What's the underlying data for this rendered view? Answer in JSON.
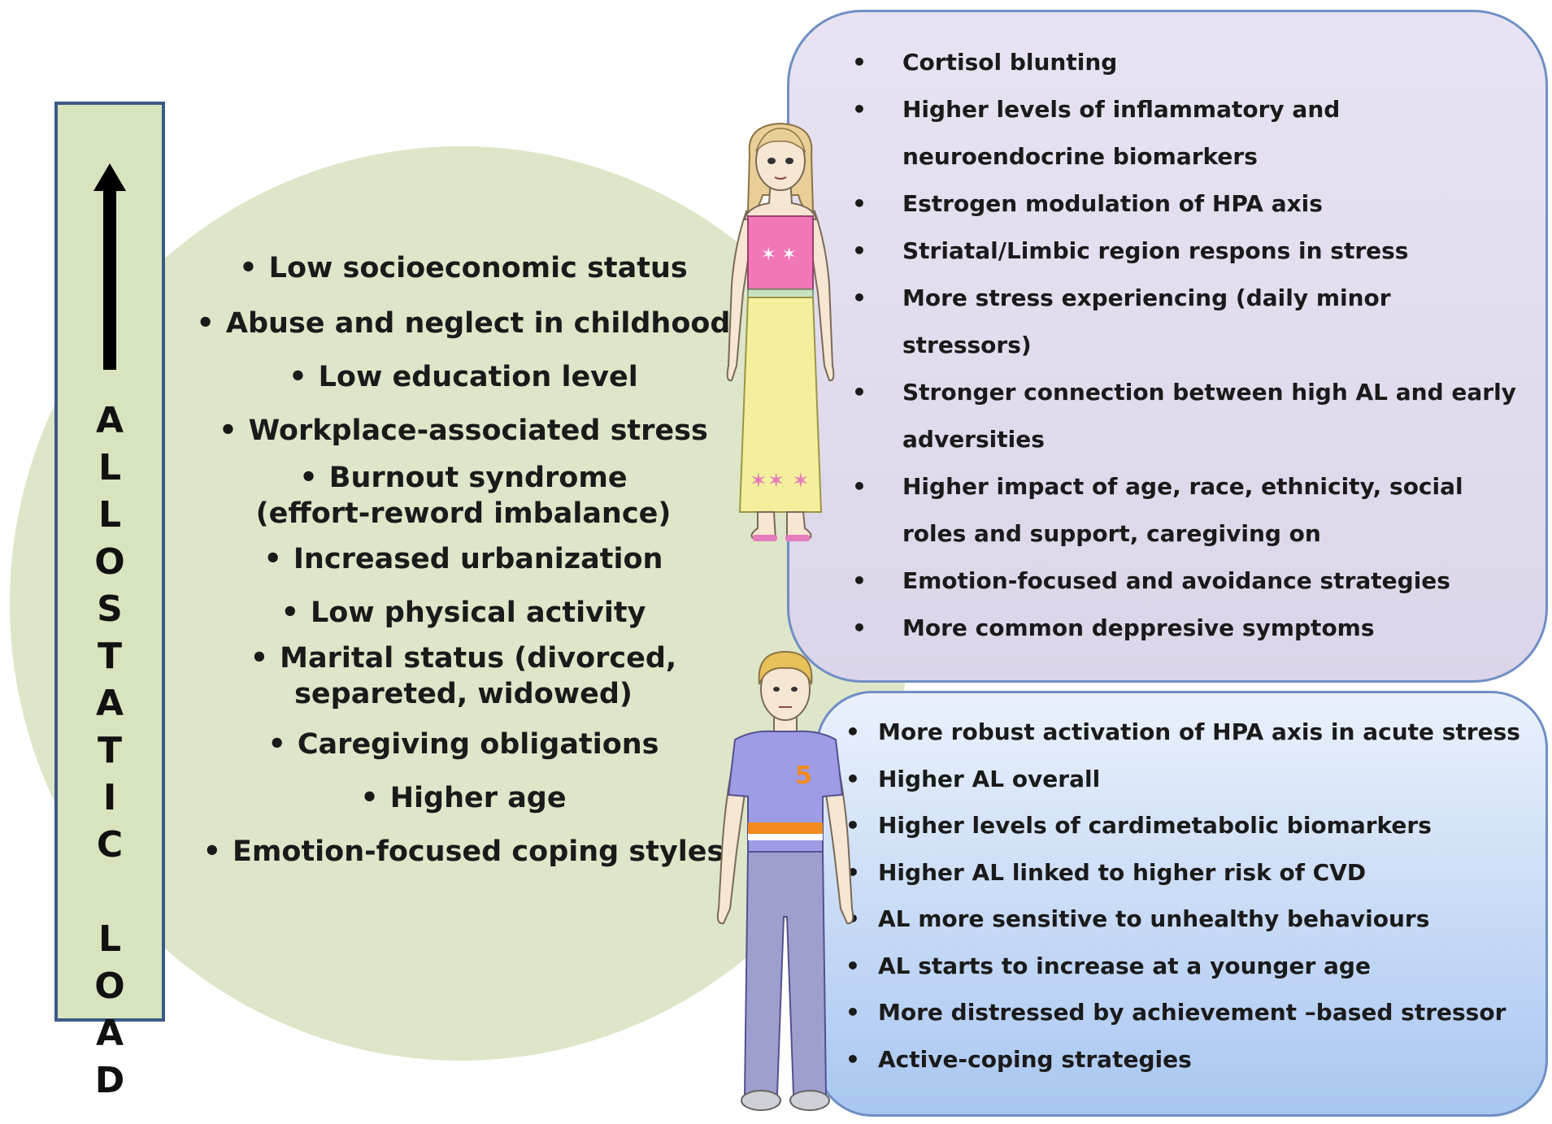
{
  "allostatic_load": {
    "letters": [
      "A",
      "L",
      "L",
      "O",
      "S",
      "T",
      "A",
      "T",
      "I",
      "C",
      "",
      "L",
      "O",
      "A",
      "D"
    ]
  },
  "risk_factors": [
    "Low socioeconomic  status",
    "Abuse and neglect in childhood",
    "Low education level",
    "Workplace-associated stress",
    "Burnout syndrome|(effort-reword imbalance)",
    "Increased urbanization",
    "Low physical activity",
    "Marital status (divorced,|separeted, widowed)",
    "Caregiving obligations",
    "Higher age",
    "Emotion-focused coping styles"
  ],
  "risk_factor_lines": [
    [
      "Low socioeconomic  status"
    ],
    [
      "Abuse and neglect in childhood"
    ],
    [
      "Low education level"
    ],
    [
      "Workplace-associated stress"
    ],
    [
      "Burnout syndrome",
      "(effort-reword imbalance)"
    ],
    [
      "Increased urbanization"
    ],
    [
      "Low physical activity"
    ],
    [
      "Marital status (divorced,",
      "separeted, widowed)"
    ],
    [
      "Caregiving obligations"
    ],
    [
      "Higher age"
    ],
    [
      "Emotion-focused coping styles"
    ]
  ],
  "female": {
    "items": [
      [
        "Cortisol blunting"
      ],
      [
        "Higher levels of inflammatory and",
        "neuroendocrine biomarkers"
      ],
      [
        "Estrogen modulation of HPA axis"
      ],
      [
        "Striatal/Limbic region respons in stress"
      ],
      [
        "More stress experiencing (daily minor",
        "stressors)"
      ],
      [
        "Stronger connection between high AL and early",
        "adversities"
      ],
      [
        "Higher impact of  age, race, ethnicity, social",
        "roles and support, caregiving on"
      ],
      [
        "Emotion-focused and avoidance strategies"
      ],
      [
        "More common deppresive symptoms"
      ]
    ],
    "colors": {
      "panel_border": "#6f8fc4",
      "top": "#f277b8",
      "skirt": "#f3ef9c"
    }
  },
  "male": {
    "items": [
      "More robust activation of HPA axis in acute stress",
      "Higher AL overall",
      "Higher levels of cardimetabolic biomarkers",
      "Higher AL linked to higher risk of  CVD",
      "AL more sensitive to unhealthy behaviours",
      "AL starts to increase at a younger age",
      "More distressed by achievement –based stressor",
      "Active-coping strategies"
    ],
    "shirt_mark": "5",
    "colors": {
      "shirt": "#9f9ce6",
      "stripe": "#f28a1f",
      "jeans": "#9e9fcf"
    }
  },
  "bullet": "•"
}
